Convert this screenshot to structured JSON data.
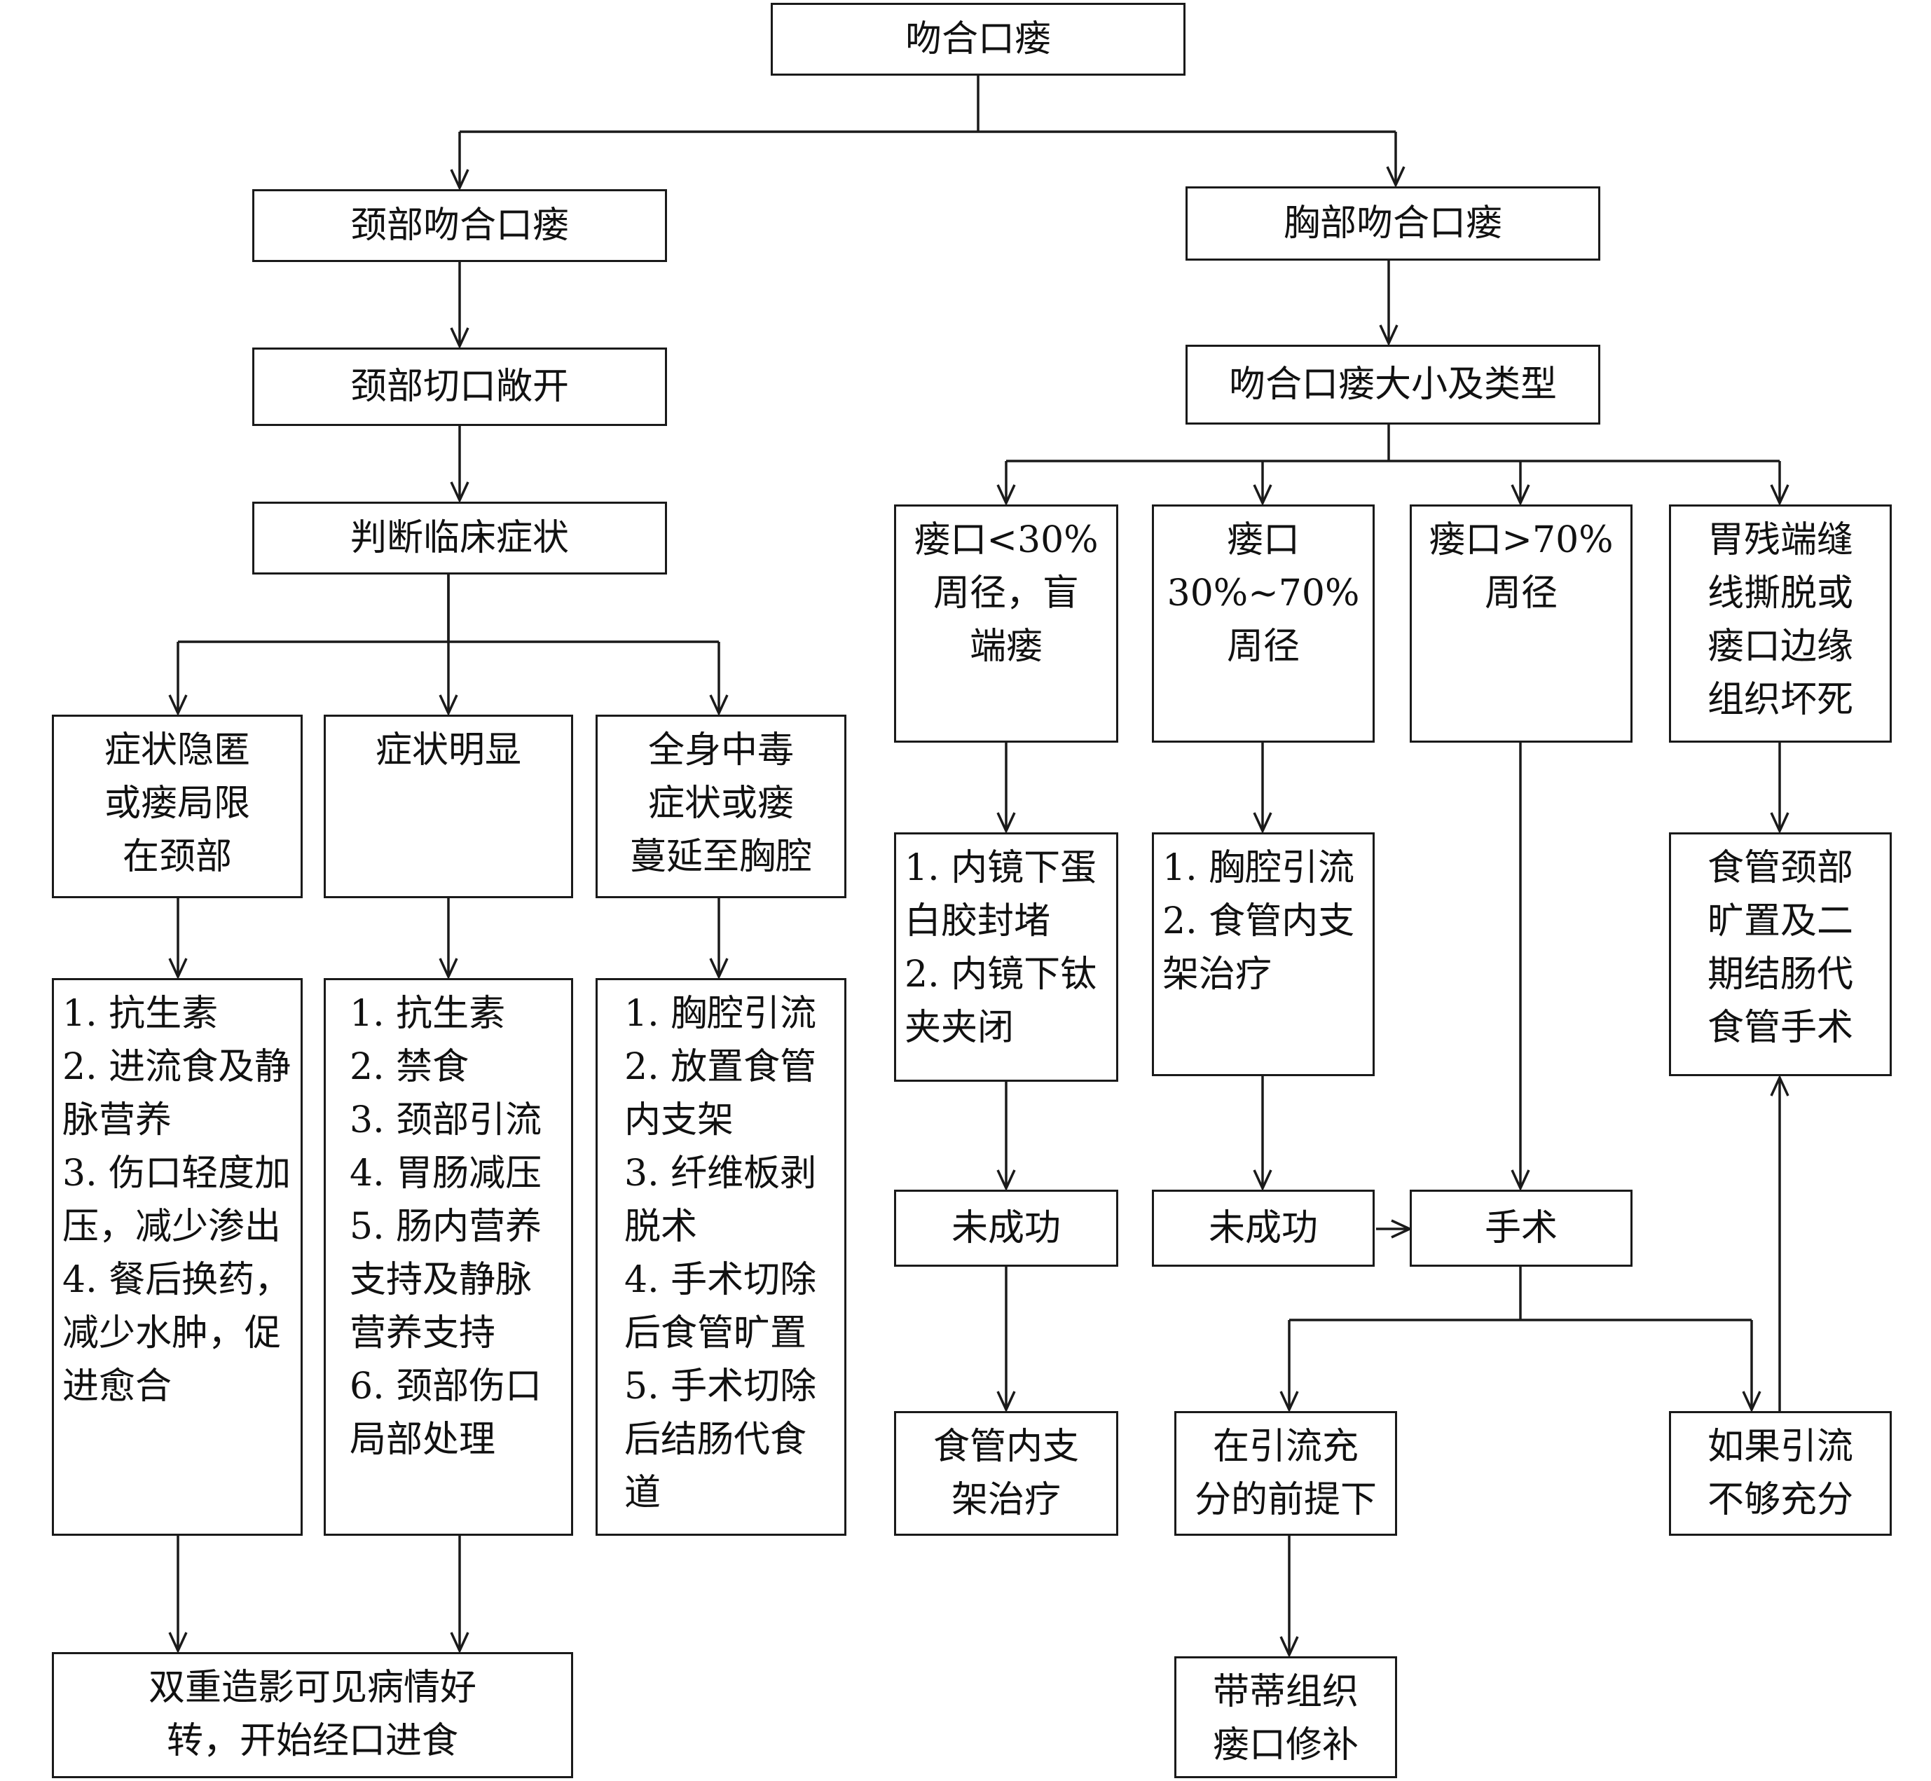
{
  "nodes": {
    "root": "吻合口瘘",
    "neck": "颈部吻合口瘘",
    "chest": "胸部吻合口瘘",
    "neck_open": "颈部切口敞开",
    "size_type": "吻合口瘘大小及类型",
    "judge": "判断临床症状",
    "sym_hidden": "症状隐匿\n或瘘局限\n在颈部",
    "sym_obvious": "症状明显",
    "sym_toxic": "全身中毒\n症状或瘘\n蔓延至胸腔",
    "treat_hidden": "1. 抗生素\n2. 进流食及静\n脉营养\n3. 伤口轻度加\n压，减少渗出\n4. 餐后换药，\n减少水肿，促\n进愈合",
    "treat_obvious": "1. 抗生素\n2. 禁食\n3. 颈部引流\n4. 胃肠减压\n5. 肠内营养\n支持及静脉\n营养支持\n6. 颈部伤口\n局部处理",
    "treat_toxic": "1. 胸腔引流\n2. 放置食管\n内支架\n3. 纤维板剥\n脱术\n4. 手术切除\n后食管旷置\n5. 手术切除\n后结肠代食\n道",
    "result_good": "双重造影可见病情好\n转，开始经口进食",
    "fistula_lt30": "瘘口<30%\n周径，盲\n端瘘",
    "fistula_30_70": "瘘口\n30%~70%\n周径",
    "fistula_gt70": "瘘口>70%\n周径",
    "stump": "胃残端缝\n线撕脱或\n瘘口边缘\n组织坏死",
    "endo": "1. 内镜下蛋\n白胶封堵\n2. 内镜下钛\n夹夹闭",
    "drain_stent": "1. 胸腔引流\n2. 食管内支\n架治疗",
    "cervical_exclusion": "食管颈部\n旷置及二\n期结肠代\n食管手术",
    "fail1": "未成功",
    "fail2": "未成功",
    "surgery": "手术",
    "stent_therapy": "食管内支\n架治疗",
    "adequate": "在引流充\n分的前提下",
    "inadequate": "如果引流\n不够充分",
    "pedicle": "带蒂组织\n瘘口修补"
  },
  "colors": {
    "stroke": "#1a1a1a",
    "background": "#ffffff"
  }
}
